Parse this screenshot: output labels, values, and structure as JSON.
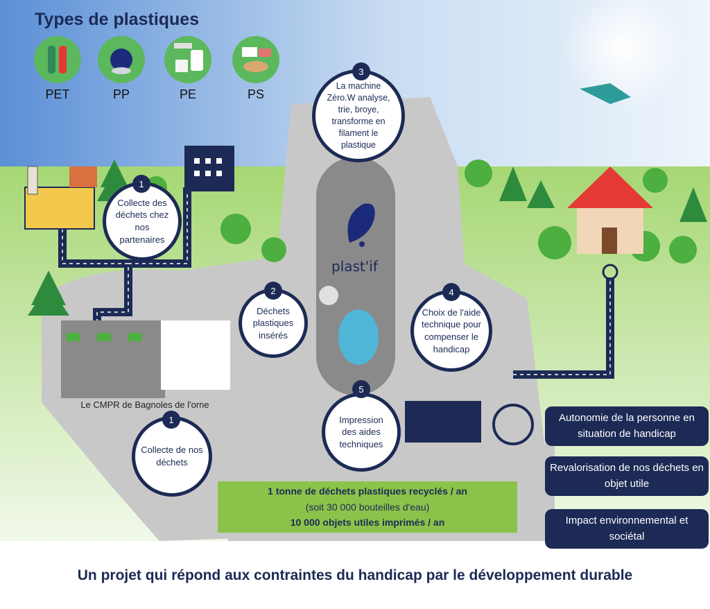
{
  "title": "Types de plastiques",
  "plastic_types": [
    {
      "label": "PET",
      "icon": "bottles-icon"
    },
    {
      "label": "PP",
      "icon": "bottle-cap-icon"
    },
    {
      "label": "PE",
      "icon": "milk-jug-icon"
    },
    {
      "label": "PS",
      "icon": "food-container-icon"
    }
  ],
  "steps": [
    {
      "number": "1",
      "text": "Collecte des déchets chez nos partenaires"
    },
    {
      "number": "2",
      "text": "Déchets plastiques insérés"
    },
    {
      "number": "3",
      "text": "La machine Zéro.W analyse, trie, broye, transforme en filament le plastique"
    },
    {
      "number": "4",
      "text": "Choix de l'aide technique pour compenser le handicap"
    },
    {
      "number": "5",
      "text": "Impression des aides techniques"
    },
    {
      "number": "1",
      "text": "Collecte de nos déchets"
    }
  ],
  "machine_logo": "plast'if",
  "cmpr_label": "Le CMPR de Bagnoles de l'orne",
  "stats": {
    "line1": "1 tonne de déchets plastiques recyclés / an",
    "line2": "(soit 30 000 bouteilles d'eau)",
    "line3": "10 000 objets utiles imprimés / an"
  },
  "benefits": [
    "Autonomie de la personne en situation de handicap",
    "Revalorisation de nos déchets en objet utile",
    "Impact environnemental et sociétal"
  ],
  "footer": "Un projet qui répond aux contraintes du handicap par le développement durable",
  "colors": {
    "navy": "#1c2a55",
    "green": "#8bc34a",
    "road": "#c8c8c8"
  }
}
